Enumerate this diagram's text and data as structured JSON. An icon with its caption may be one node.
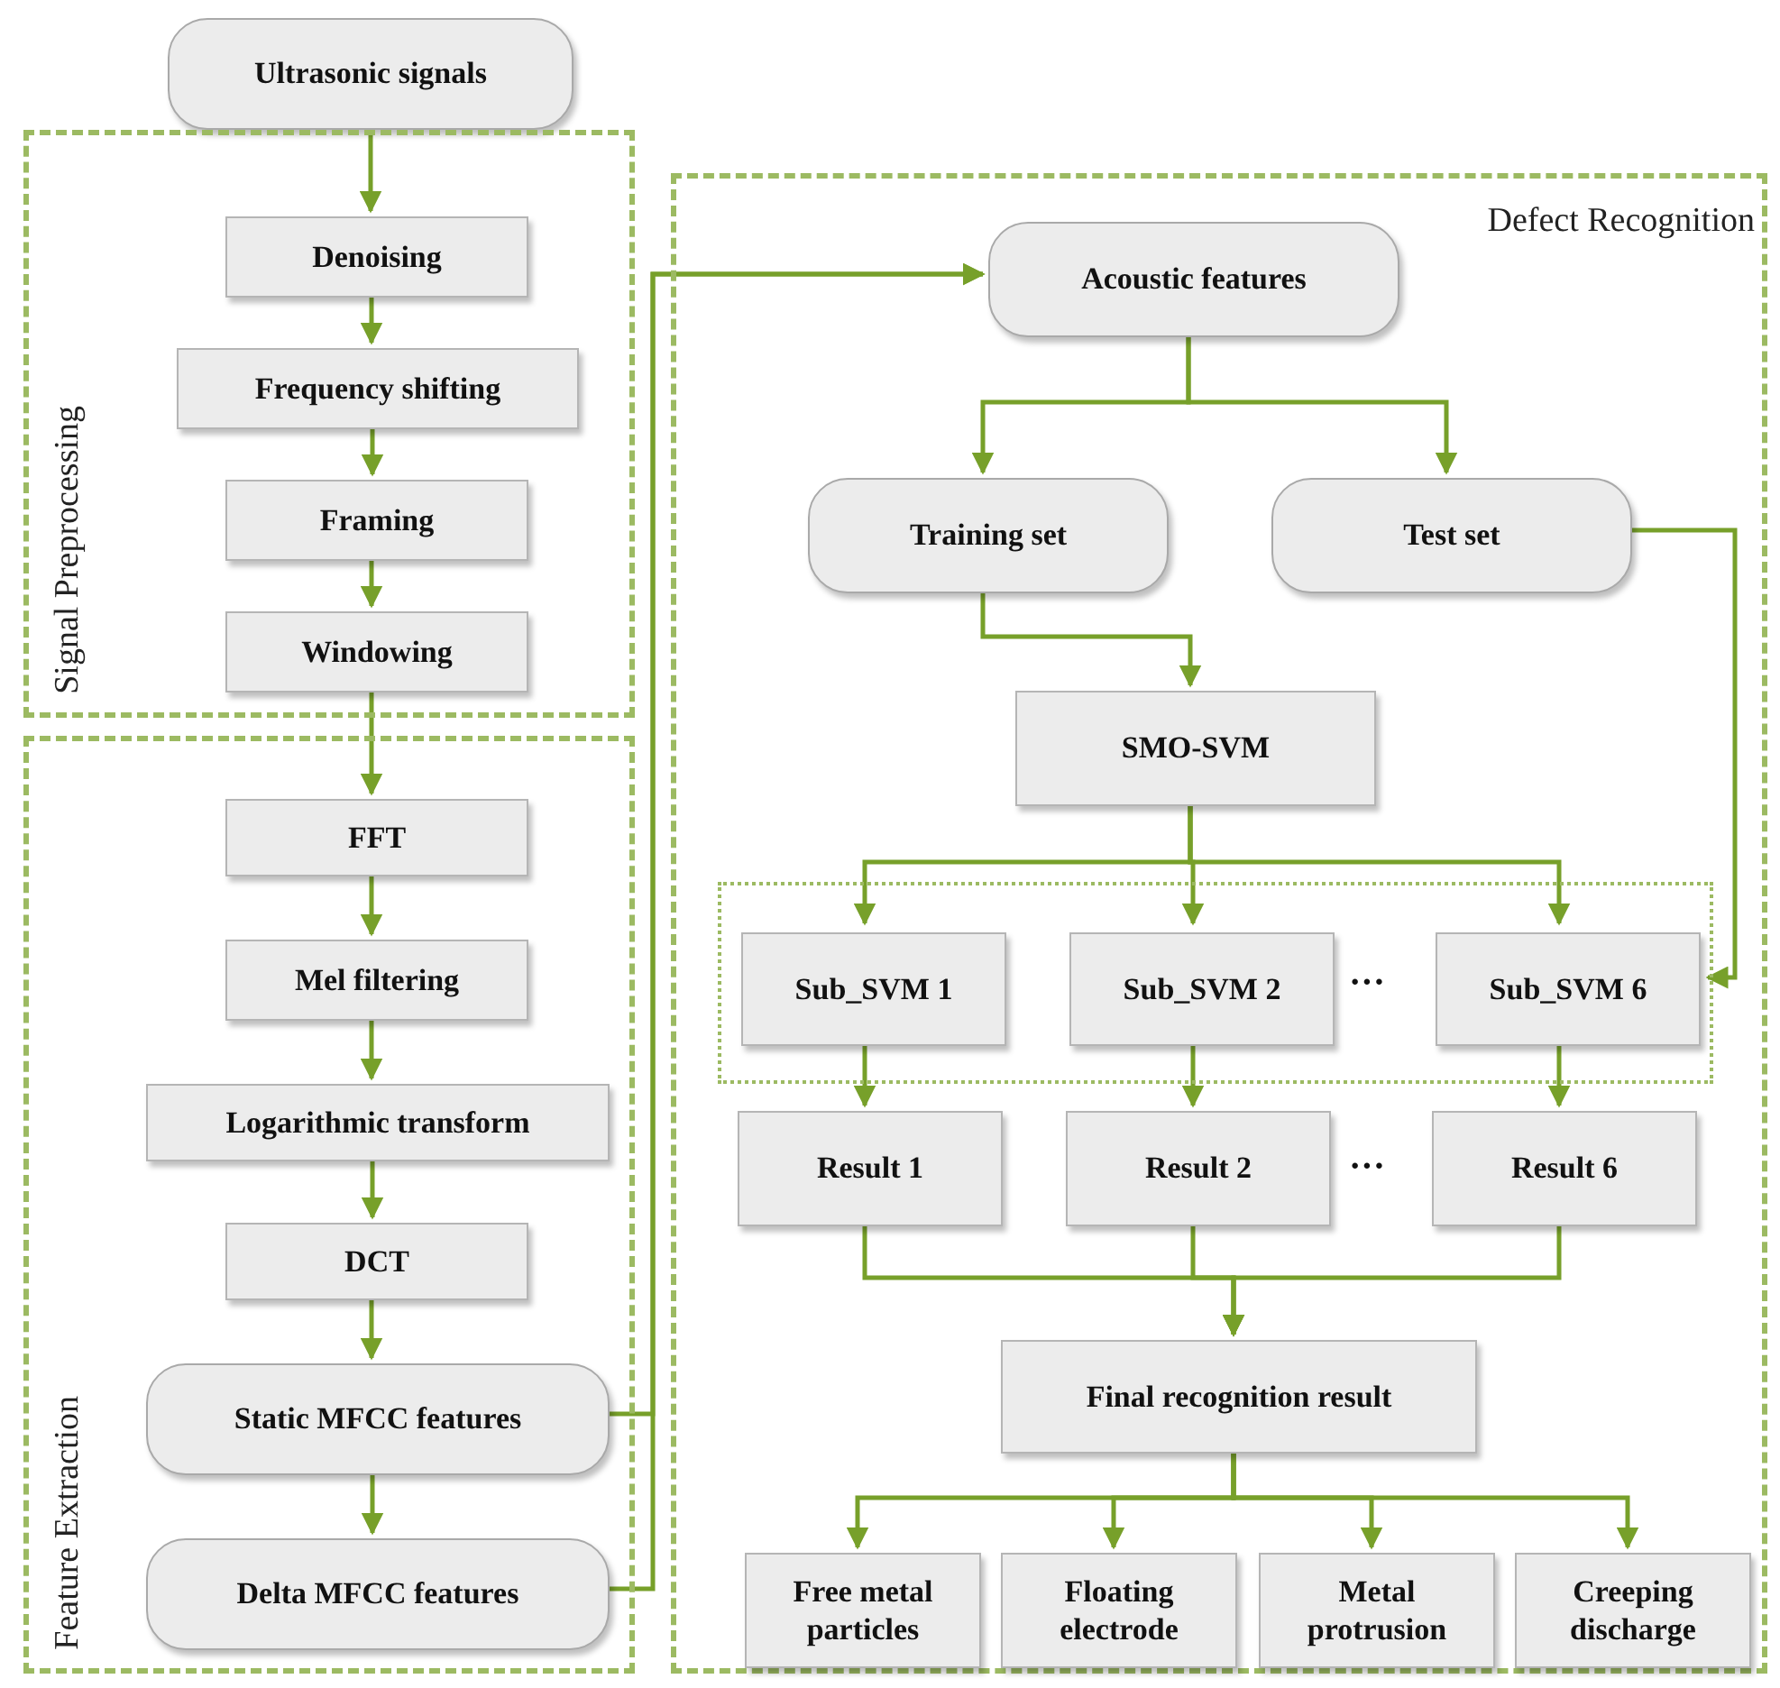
{
  "diagram": {
    "nodes": [
      {
        "text": [
          "Ultrasonic signals"
        ]
      },
      {
        "text": [
          "Signal Preprocessing"
        ]
      },
      {
        "text": [
          "Denoising"
        ],
        "in": 1
      },
      {
        "text": [
          "Frequency shifting"
        ],
        "in": 1
      },
      {
        "text": [
          "Framing"
        ],
        "in": 1
      },
      {
        "text": [
          "Windowing"
        ],
        "in": 1
      },
      {
        "text": [
          "Feature Extraction"
        ]
      },
      {
        "text": [
          "FFT"
        ],
        "in": 6
      },
      {
        "text": [
          "Mel filtering"
        ],
        "in": 6
      },
      {
        "text": [
          "Logarithmic transform"
        ],
        "in": 6
      },
      {
        "text": [
          "DCT"
        ],
        "in": 6
      },
      {
        "text": [
          "Static MFCC features"
        ],
        "in": 6
      },
      {
        "text": [
          "Delta MFCC features"
        ],
        "in": 6
      },
      {
        "text": [
          "Defect Recognition"
        ]
      },
      {
        "text": [
          "Acoustic features"
        ],
        "in": 13
      },
      {
        "text": [
          "Training set"
        ],
        "in": 13
      },
      {
        "text": [
          "Test set"
        ],
        "in": 13
      },
      {
        "text": [
          "SMO-SVM"
        ],
        "in": 13
      },
      {
        "text": [],
        "shape": "box",
        "in": 13
      },
      {
        "text": [
          "Sub_SVM 1"
        ],
        "in": 18
      },
      {
        "text": [
          "Sub_SVM 2"
        ],
        "in": 18
      },
      {
        "text": [
          "Sub_SVM 6"
        ],
        "in": 18
      },
      {
        "text": [
          "Result 1"
        ],
        "in": 13
      },
      {
        "text": [
          "Result 2"
        ],
        "in": 13
      },
      {
        "text": [
          "Result 6"
        ],
        "in": 13
      },
      {
        "text": [
          "Final recognition result"
        ],
        "in": 13
      },
      {
        "text": [
          "Free metal particles"
        ],
        "in": 13
      },
      {
        "text": [
          "Floating electrode"
        ],
        "in": 13
      },
      {
        "text": [
          "Metal protrusion"
        ],
        "in": 13
      },
      {
        "text": [
          "Creeping discharge"
        ],
        "in": 13
      }
    ],
    "edges": [
      {
        "from": 0,
        "to": 2,
        "arrow": "to"
      },
      {
        "from": 2,
        "to": 3,
        "arrow": "to"
      },
      {
        "from": 3,
        "to": 4,
        "arrow": "to"
      },
      {
        "from": 4,
        "to": 5,
        "arrow": "to"
      },
      {
        "from": 5,
        "to": 7,
        "arrow": "to"
      },
      {
        "from": 7,
        "to": 8,
        "arrow": "to"
      },
      {
        "from": 8,
        "to": 9,
        "arrow": "to"
      },
      {
        "from": 9,
        "to": 10,
        "arrow": "to"
      },
      {
        "from": 10,
        "to": 11,
        "arrow": "to"
      },
      {
        "from": 11,
        "to": 12,
        "arrow": "to"
      },
      {
        "from": 11,
        "to": 14,
        "arrow": "to"
      },
      {
        "from": 12,
        "to": 14,
        "arrow": "to"
      },
      {
        "from": 14,
        "to": 15,
        "arrow": "to"
      },
      {
        "from": 14,
        "to": 16,
        "arrow": "to"
      },
      {
        "from": 15,
        "to": 17,
        "arrow": "to"
      },
      {
        "from": 17,
        "to": 19,
        "arrow": "to"
      },
      {
        "from": 17,
        "to": 20,
        "arrow": "to"
      },
      {
        "from": 17,
        "to": 21,
        "arrow": "to"
      },
      {
        "from": 16,
        "to": 18,
        "arrow": "to"
      },
      {
        "from": 19,
        "to": 22,
        "arrow": "to"
      },
      {
        "from": 20,
        "to": 23,
        "arrow": "to"
      },
      {
        "from": 21,
        "to": 24,
        "arrow": "to"
      },
      {
        "from": 22,
        "to": 25,
        "arrow": "to"
      },
      {
        "from": 23,
        "to": 25,
        "arrow": "to"
      },
      {
        "from": 24,
        "to": 25,
        "arrow": "to"
      },
      {
        "from": 25,
        "to": 26,
        "arrow": "to"
      },
      {
        "from": 25,
        "to": 27,
        "arrow": "to"
      },
      {
        "from": 25,
        "to": 28,
        "arrow": "to"
      },
      {
        "from": 25,
        "to": 29,
        "arrow": "to"
      }
    ],
    "labels": [
      "···",
      "···"
    ]
  }
}
